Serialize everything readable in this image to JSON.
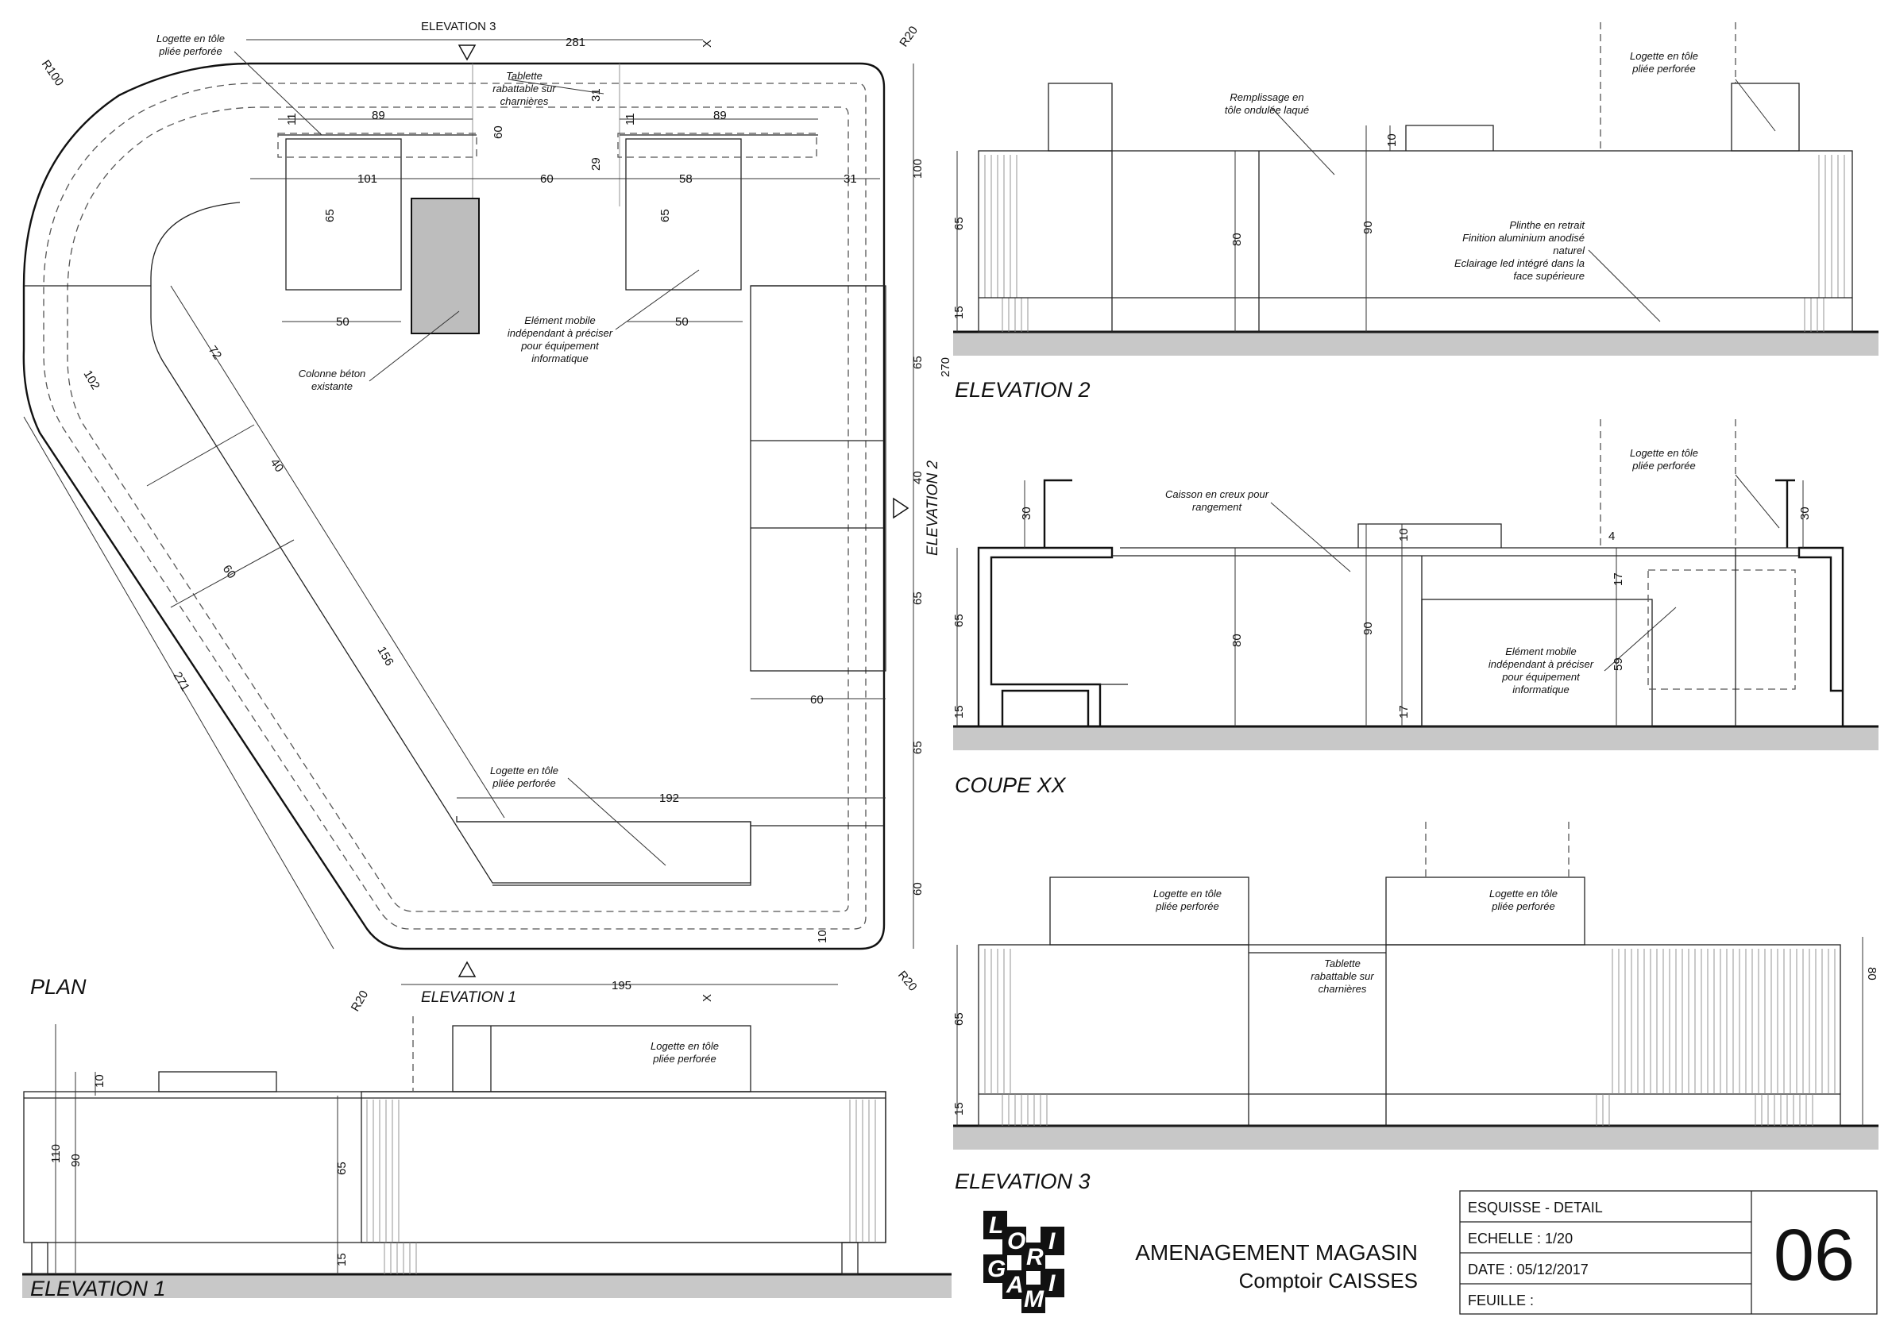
{
  "views": {
    "plan": "PLAN",
    "elevation1": "ELEVATION 1",
    "elevation2": "ELEVATION 2",
    "elevation3": "ELEVATION 3",
    "coupe": "COUPE XX"
  },
  "plan": {
    "marker_e1": "ELEVATION 1",
    "marker_e2": "ELEVATION 2",
    "marker_e3": "ELEVATION 3",
    "section_mark": "X",
    "radii": {
      "r100": "R100",
      "r20_top": "R20",
      "r20_bottom": "R20",
      "r20_left": "R20"
    },
    "notes": {
      "logette_top": [
        "Logette en tôle",
        "pliée perforée"
      ],
      "tablette": [
        "Tablette",
        "rabattable sur",
        "charnières"
      ],
      "colonne": [
        "Colonne béton",
        "existante"
      ],
      "element_mobile": [
        "Elément mobile",
        "indépendant à préciser",
        "pour équipement",
        "informatique"
      ],
      "logette_bottom": [
        "Logette en tôle",
        "pliée perforée"
      ]
    },
    "dims": {
      "d281": "281",
      "d89a": "89",
      "d89b": "89",
      "d101": "101",
      "d60a": "60",
      "d58": "58",
      "d31a": "31",
      "d31b": "31",
      "d60v": "60",
      "d29": "29",
      "d11a": "11",
      "d11b": "11",
      "d65a": "65",
      "d65b": "65",
      "d50a": "50",
      "d50b": "50",
      "d100": "100",
      "d270": "270",
      "d65c": "65",
      "d40a": "40",
      "d65d": "65",
      "d60b": "60",
      "d65e": "65",
      "d60c": "60",
      "d192": "192",
      "d195": "195",
      "d10": "10",
      "d72": "72",
      "d102": "102",
      "d40b": "40",
      "d60d": "60",
      "d156": "156",
      "d271": "271"
    }
  },
  "elevation2": {
    "notes": {
      "remplissage": [
        "Remplissage en",
        "tôle ondulée laqué"
      ],
      "logette": [
        "Logette en tôle",
        "pliée perforée"
      ],
      "plinthe": [
        "Plinthe en retrait",
        "Finition aluminium anodisé",
        "naturel",
        "Eclairage led intégré dans la",
        "face supérieure"
      ]
    },
    "dims": {
      "d65": "65",
      "d15": "15",
      "d80": "80",
      "d90": "90",
      "d10": "10"
    }
  },
  "coupe": {
    "notes": {
      "caisson": [
        "Caisson en creux pour",
        "rangement"
      ],
      "logette": [
        "Logette en tôle",
        "pliée perforée"
      ],
      "element_mobile": [
        "Elément mobile",
        "indépendant à préciser",
        "pour équipement",
        "informatique"
      ]
    },
    "dims": {
      "d30a": "30",
      "d30b": "30",
      "d65": "65",
      "d15": "15",
      "d80": "80",
      "d90": "90",
      "d10": "10",
      "d4": "4",
      "d17a": "17",
      "d17b": "17",
      "d59": "59"
    }
  },
  "elevation3": {
    "notes": {
      "logette_a": [
        "Logette en tôle",
        "pliée perforée"
      ],
      "logette_b": [
        "Logette en tôle",
        "pliée perforée"
      ],
      "tablette": [
        "Tablette",
        "rabattable sur",
        "charnières"
      ]
    },
    "dims": {
      "d65": "65",
      "d15": "15",
      "d80": "80"
    }
  },
  "elevation1": {
    "notes": {
      "logette": [
        "Logette en tôle",
        "pliée perforée"
      ]
    },
    "dims": {
      "d10": "10",
      "d110": "110",
      "d90": "90",
      "d65": "65",
      "d15": "15"
    }
  },
  "title_block": {
    "project": "AMENAGEMENT MAGASIN",
    "subject": "Comptoir CAISSES",
    "phase": "ESQUISSE - DETAIL",
    "scale": "ECHELLE : 1/20",
    "date": "DATE : 05/12/2017",
    "sheet": "FEUILLE :",
    "sheet_number": "06",
    "logo_letters": [
      "L",
      "O",
      "R",
      "I",
      "G",
      "A",
      "M",
      "I"
    ]
  }
}
